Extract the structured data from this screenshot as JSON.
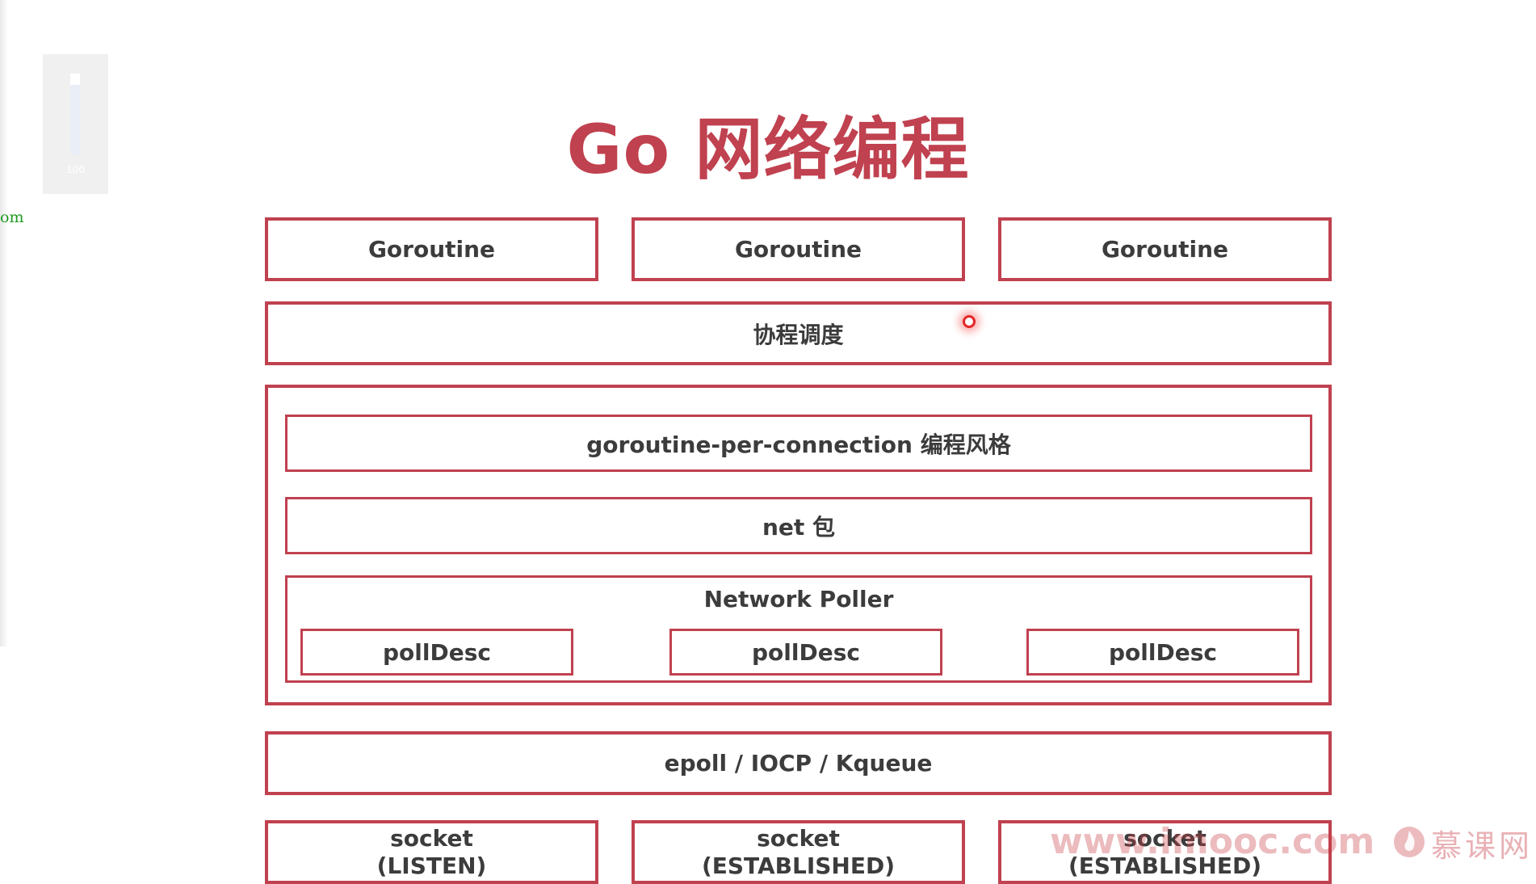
{
  "title": "Go 网络编程",
  "zoom_widget": {
    "value_label": "100"
  },
  "side_text": "om",
  "goroutine_row": [
    "Goroutine",
    "Goroutine",
    "Goroutine"
  ],
  "scheduler": "协程调度",
  "runtime_group": {
    "programming_style": "goroutine-per-connection 编程风格",
    "net_package": "net 包",
    "network_poller": {
      "title": "Network Poller",
      "poll_descs": [
        "pollDesc",
        "pollDesc",
        "pollDesc"
      ]
    }
  },
  "os_io": "epoll / IOCP / Kqueue",
  "sockets": [
    {
      "line1": "socket",
      "line2": "(LISTEN)"
    },
    {
      "line1": "socket",
      "line2": "(ESTABLISHED)"
    },
    {
      "line1": "socket",
      "line2": "(ESTABLISHED)"
    }
  ],
  "watermark": {
    "url": "www.imooc.com",
    "brand": "慕课网"
  },
  "colors": {
    "accent": "#c0414f",
    "text": "#3c3c3c",
    "side_text": "#1f9a1f"
  },
  "icons": {
    "cursor": "pointer-dot-icon",
    "logo": "imooc-flame-icon"
  }
}
